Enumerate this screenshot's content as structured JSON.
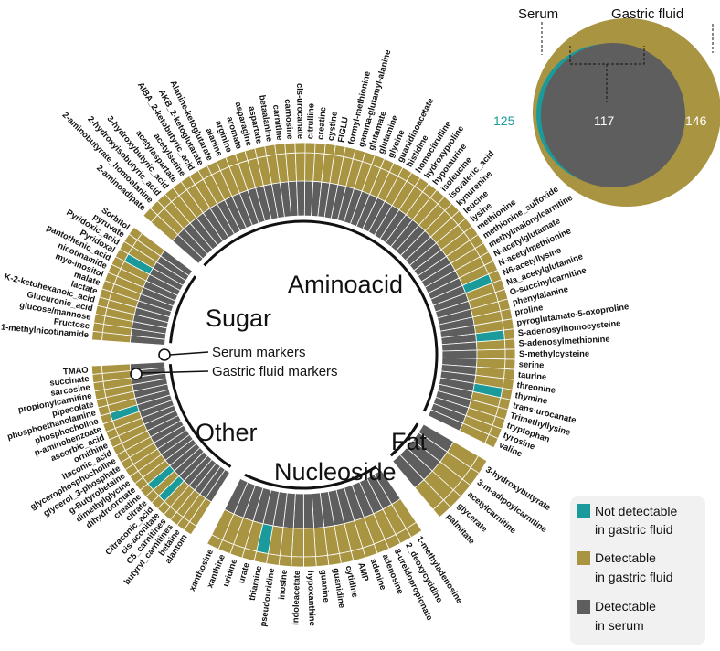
{
  "colors": {
    "not_detectable": "#1a9a9a",
    "gastric": "#a99442",
    "serum": "#5e5e5e"
  },
  "chart_data": [
    {
      "type": "radial-heatmap",
      "rows": [
        "Gastric fluid markers",
        "Serum markers"
      ],
      "categories": [
        {
          "name": "Aminoacid",
          "metabolites": [
            {
              "name": "2-aminoadipate",
              "gastric": true
            },
            {
              "name": "2-aminobutyrate_homoalanine",
              "gastric": true
            },
            {
              "name": "2-hydroxyisobutyric_acid",
              "gastric": true
            },
            {
              "name": "3-hydroxybutyric_acid",
              "gastric": true
            },
            {
              "name": "acetylaspartate",
              "gastric": true
            },
            {
              "name": "acetylserine",
              "gastric": true
            },
            {
              "name": "AIBA_2-ketobutyric_acid",
              "gastric": true
            },
            {
              "name": "AKB_2-ketoglutarate",
              "gastric": true
            },
            {
              "name": "Alanine-ketoglutarate",
              "gastric": true
            },
            {
              "name": "alanine",
              "gastric": true
            },
            {
              "name": "arginine",
              "gastric": true
            },
            {
              "name": "aromate",
              "gastric": true
            },
            {
              "name": "asparagine",
              "gastric": true
            },
            {
              "name": "aspartate",
              "gastric": true
            },
            {
              "name": "betaalanine",
              "gastric": true
            },
            {
              "name": "carnitine",
              "gastric": true
            },
            {
              "name": "carnosine",
              "gastric": true
            },
            {
              "name": "cis-urocanate",
              "gastric": true
            },
            {
              "name": "citrulline",
              "gastric": true
            },
            {
              "name": "creatine",
              "gastric": true
            },
            {
              "name": "cystine",
              "gastric": true
            },
            {
              "name": "FIGLU",
              "gastric": true
            },
            {
              "name": "formyl-methionine",
              "gastric": true
            },
            {
              "name": "gamma-glutamyl-alanine",
              "gastric": true
            },
            {
              "name": "glutamate",
              "gastric": true
            },
            {
              "name": "glutamine",
              "gastric": true
            },
            {
              "name": "glycine",
              "gastric": true
            },
            {
              "name": "guanidinoacetate",
              "gastric": true
            },
            {
              "name": "histidine",
              "gastric": true
            },
            {
              "name": "homocitrulline",
              "gastric": true
            },
            {
              "name": "hydroxyproline",
              "gastric": true
            },
            {
              "name": "hypotaurine",
              "gastric": true
            },
            {
              "name": "isoleucine",
              "gastric": true
            },
            {
              "name": "isovaleric_acid",
              "gastric": true
            },
            {
              "name": "kynurenine",
              "gastric": true
            },
            {
              "name": "leucine",
              "gastric": true
            },
            {
              "name": "lysine",
              "gastric": true
            },
            {
              "name": "methionine",
              "gastric": true
            },
            {
              "name": "methionine_sulfoxide",
              "gastric": true
            },
            {
              "name": "methylmalonylcarnitine",
              "gastric": true
            },
            {
              "name": "N-acetylglutamate",
              "gastric": true
            },
            {
              "name": "N-acetylmethionine",
              "gastric": true
            },
            {
              "name": "N6-acetyllysine",
              "gastric": false
            },
            {
              "name": "Na_acetylglutamine",
              "gastric": true
            },
            {
              "name": "O-succinylcarnitine",
              "gastric": true
            },
            {
              "name": "phenylalanine",
              "gastric": true
            },
            {
              "name": "proline",
              "gastric": true
            },
            {
              "name": "pyroglutamate-5-oxoproline",
              "gastric": true
            },
            {
              "name": "S-adenosylhomocysteine",
              "gastric": false
            },
            {
              "name": "S-adenosylmethionine",
              "gastric": true
            },
            {
              "name": "S-methylcysteine",
              "gastric": true
            },
            {
              "name": "serine",
              "gastric": true
            },
            {
              "name": "taurine",
              "gastric": true
            },
            {
              "name": "threonine",
              "gastric": true
            },
            {
              "name": "thymine",
              "gastric": false
            },
            {
              "name": "trans-urocanate",
              "gastric": true
            },
            {
              "name": "Trimethyllysine",
              "gastric": true
            },
            {
              "name": "tryptophan",
              "gastric": true
            },
            {
              "name": "tyrosine",
              "gastric": true
            },
            {
              "name": "valine",
              "gastric": true
            }
          ]
        },
        {
          "name": "Fat",
          "metabolites": [
            {
              "name": "3-hydroxybutyrate",
              "gastric": true
            },
            {
              "name": "3-m-adipoylcarnitine",
              "gastric": true
            },
            {
              "name": "acetylcarnitine",
              "gastric": true
            },
            {
              "name": "glycerate",
              "gastric": true
            },
            {
              "name": "palmitate",
              "gastric": true
            }
          ]
        },
        {
          "name": "Nucleoside",
          "metabolites": [
            {
              "name": "1-methyladenosine",
              "gastric": true
            },
            {
              "name": "2_deoxycytidine",
              "gastric": true
            },
            {
              "name": "3-ureidopropionate",
              "gastric": true
            },
            {
              "name": "adenosine",
              "gastric": true
            },
            {
              "name": "adenine",
              "gastric": true
            },
            {
              "name": "AMP",
              "gastric": true
            },
            {
              "name": "cytidine",
              "gastric": true
            },
            {
              "name": "guanidine",
              "gastric": true
            },
            {
              "name": "guanine",
              "gastric": true
            },
            {
              "name": "hypoxanthine",
              "gastric": true
            },
            {
              "name": "indoleacetate",
              "gastric": true
            },
            {
              "name": "inosine",
              "gastric": true
            },
            {
              "name": "pseudouridine",
              "gastric": true
            },
            {
              "name": "thiamine",
              "gastric": false
            },
            {
              "name": "urate",
              "gastric": true
            },
            {
              "name": "uridine",
              "gastric": true
            },
            {
              "name": "xanthine",
              "gastric": true
            },
            {
              "name": "xanthosine",
              "gastric": true
            }
          ]
        },
        {
          "name": "Other",
          "metabolites": [
            {
              "name": "alantoin",
              "gastric": true
            },
            {
              "name": "betaine",
              "gastric": true
            },
            {
              "name": "butyryl_carnitines",
              "gastric": true
            },
            {
              "name": "C5_carnitines",
              "gastric": true
            },
            {
              "name": "cis-aconitate",
              "gastric": true
            },
            {
              "name": "Citraconic_acid",
              "gastric": false
            },
            {
              "name": "citrate",
              "gastric": true
            },
            {
              "name": "creatine",
              "gastric": false
            },
            {
              "name": "dihydroorotate",
              "gastric": true
            },
            {
              "name": "dimethylglycine",
              "gastric": true
            },
            {
              "name": "g-Butyrobetaine",
              "gastric": true
            },
            {
              "name": "glycerol_3-phosphate",
              "gastric": true
            },
            {
              "name": "glycerophosphocholine",
              "gastric": true
            },
            {
              "name": "itaconic_acid",
              "gastric": true
            },
            {
              "name": "ornithine",
              "gastric": true
            },
            {
              "name": "ascorbic_acid",
              "gastric": true
            },
            {
              "name": "p-aminobenzoate",
              "gastric": true
            },
            {
              "name": "phosphocholine",
              "gastric": false
            },
            {
              "name": "phosphoethanolamine",
              "gastric": true
            },
            {
              "name": "pipecolate",
              "gastric": true
            },
            {
              "name": "propionylcarnitine",
              "gastric": true
            },
            {
              "name": "sarcosine",
              "gastric": true
            },
            {
              "name": "succinate",
              "gastric": true
            },
            {
              "name": "TMAO",
              "gastric": true
            }
          ]
        },
        {
          "name": "Sugar",
          "metabolites": [
            {
              "name": "1-methylnicotinamide",
              "gastric": true
            },
            {
              "name": "Fructose",
              "gastric": true
            },
            {
              "name": "glucose/mannose",
              "gastric": true
            },
            {
              "name": "Glucuronic_acid",
              "gastric": true
            },
            {
              "name": "K-2-ketohexanoic_acid",
              "gastric": true
            },
            {
              "name": "lactate",
              "gastric": true
            },
            {
              "name": "malate",
              "gastric": true
            },
            {
              "name": "myo-inositol",
              "gastric": true
            },
            {
              "name": "nicotinamide",
              "gastric": true
            },
            {
              "name": "pantothenic_acid",
              "gastric": true
            },
            {
              "name": "Pyridoxal",
              "gastric": false
            },
            {
              "name": "Pyridoxic_acid",
              "gastric": true
            },
            {
              "name": "pyruvate",
              "gastric": true
            },
            {
              "name": "Sorbitol",
              "gastric": true
            }
          ]
        }
      ],
      "markers": {
        "serum": "Serum markers",
        "gastric": "Gastric fluid markers"
      }
    },
    {
      "type": "venn",
      "sets": [
        {
          "name": "Serum",
          "only": 125
        },
        {
          "name": "Gastric fluid",
          "only": 146
        }
      ],
      "intersection": 117
    }
  ],
  "legend": [
    {
      "label_lines": [
        "Not detectable",
        "in gastric fluid"
      ],
      "color_key": "not_detectable"
    },
    {
      "label_lines": [
        "Detectable",
        "in gastric fluid"
      ],
      "color_key": "gastric"
    },
    {
      "label_lines": [
        "Detectable",
        "in serum"
      ],
      "color_key": "serum"
    }
  ]
}
